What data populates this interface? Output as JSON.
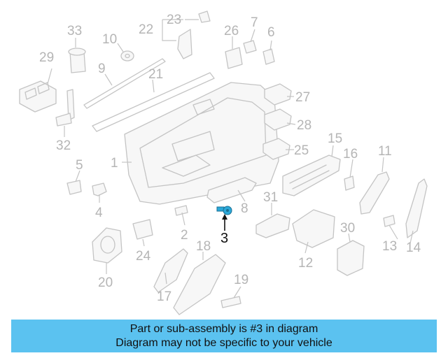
{
  "diagram": {
    "highlighted_part": "3",
    "highlight_color": "#2ba8d8",
    "callouts": [
      {
        "id": "1",
        "label": "1"
      },
      {
        "id": "2",
        "label": "2"
      },
      {
        "id": "3",
        "label": "3"
      },
      {
        "id": "4",
        "label": "4"
      },
      {
        "id": "5",
        "label": "5"
      },
      {
        "id": "6",
        "label": "6"
      },
      {
        "id": "7",
        "label": "7"
      },
      {
        "id": "8",
        "label": "8"
      },
      {
        "id": "9",
        "label": "9"
      },
      {
        "id": "10",
        "label": "10"
      },
      {
        "id": "11",
        "label": "11"
      },
      {
        "id": "12",
        "label": "12"
      },
      {
        "id": "13",
        "label": "13"
      },
      {
        "id": "14",
        "label": "14"
      },
      {
        "id": "15",
        "label": "15"
      },
      {
        "id": "16",
        "label": "16"
      },
      {
        "id": "17",
        "label": "17"
      },
      {
        "id": "18",
        "label": "18"
      },
      {
        "id": "19",
        "label": "19"
      },
      {
        "id": "20",
        "label": "20"
      },
      {
        "id": "21",
        "label": "21"
      },
      {
        "id": "22",
        "label": "22"
      },
      {
        "id": "23",
        "label": "23"
      },
      {
        "id": "24",
        "label": "24"
      },
      {
        "id": "25",
        "label": "25"
      },
      {
        "id": "26",
        "label": "26"
      },
      {
        "id": "27",
        "label": "27"
      },
      {
        "id": "28",
        "label": "28"
      },
      {
        "id": "29",
        "label": "29"
      },
      {
        "id": "30",
        "label": "30"
      },
      {
        "id": "31",
        "label": "31"
      },
      {
        "id": "32",
        "label": "32"
      },
      {
        "id": "33",
        "label": "33"
      }
    ]
  },
  "banner": {
    "line1": "Part or sub-assembly is #3 in diagram",
    "line2": "Diagram may not be specific to your vehicle",
    "background": "#5bc2f0"
  }
}
